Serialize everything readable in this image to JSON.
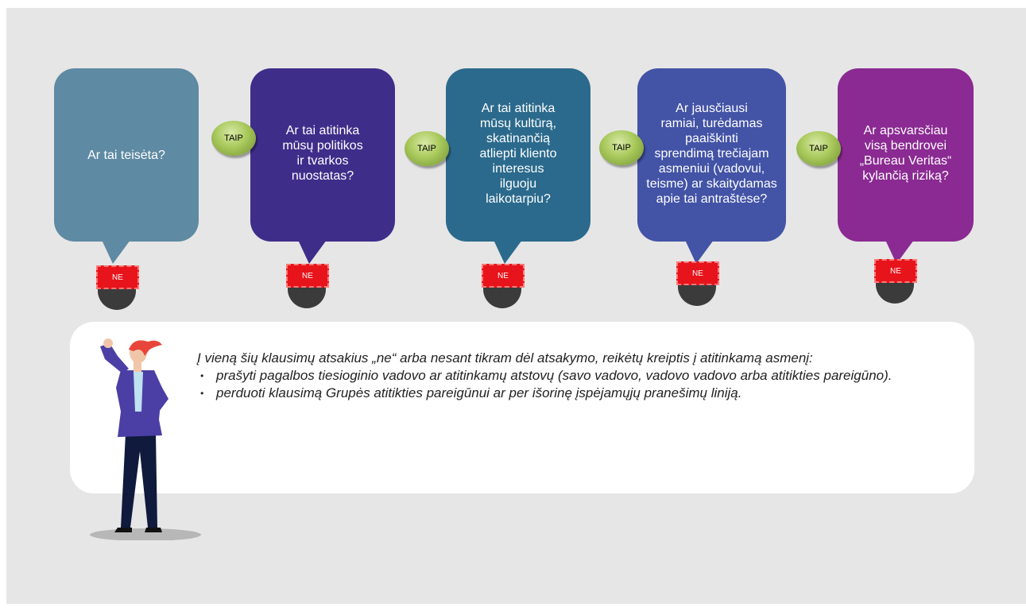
{
  "questions": [
    {
      "text": "Ar tai teisėta?"
    },
    {
      "text": "Ar tai atitinka\nmūsų politikos\nir tvarkos\nnuostatas?"
    },
    {
      "text": "Ar tai atitinka\nmūsų kultūrą,\nskatinančią\natliepti kliento\ninteresus\nilguoju\nlaikotarpiu?"
    },
    {
      "text": "Ar jausčiausi\nramiai, turėdamas\npaaiškinti\nsprendimą trečiajam\nasmeniui (vadovui,\nteisme) ar skaitydamas\napie tai antraštėse?"
    },
    {
      "text": "Ar apsvarsčiau\nvisą bendrovei\n„Bureau Veritas“\nkylančią riziką?"
    }
  ],
  "yes_label": "TAIP",
  "no_label": "NE",
  "note": {
    "intro": "Į vieną šių klausimų atsakius „ne“ arba nesant tikram dėl atsakymo, reikėtų kreiptis į atitinkamą asmenį:",
    "items": [
      "prašyti pagalbos tiesioginio vadovo ar atitinkamų atstovų (savo vadovo, vadovo vadovo arba atitikties pareigūno).",
      "perduoti klausimą Grupės atitikties pareigūnui ar per išorinę įspėjamųjų pranešimų liniją."
    ]
  }
}
